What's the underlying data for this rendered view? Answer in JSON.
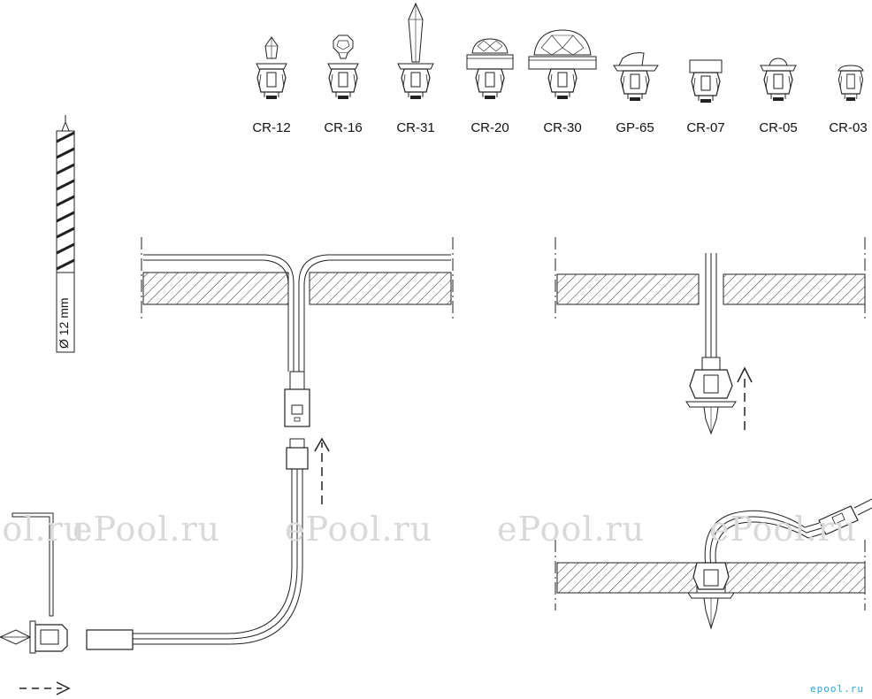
{
  "models": [
    {
      "code": "CR-12",
      "shape": "crystal-small"
    },
    {
      "code": "CR-16",
      "shape": "crystal-faceted"
    },
    {
      "code": "CR-31",
      "shape": "crystal-long"
    },
    {
      "code": "CR-20",
      "shape": "dome-faceted"
    },
    {
      "code": "CR-30",
      "shape": "dome-large"
    },
    {
      "code": "GP-65",
      "shape": "wedge"
    },
    {
      "code": "CR-07",
      "shape": "flat-cap"
    },
    {
      "code": "CR-05",
      "shape": "round-cap"
    },
    {
      "code": "CR-03",
      "shape": "small-cap"
    }
  ],
  "drill": {
    "label": "Ø 12 mm"
  },
  "watermarks": [
    "ePool.ru",
    "ePool.ru",
    "ePool.ru",
    "ePool.ru",
    "ePool.ru"
  ],
  "brand": "epool.ru"
}
